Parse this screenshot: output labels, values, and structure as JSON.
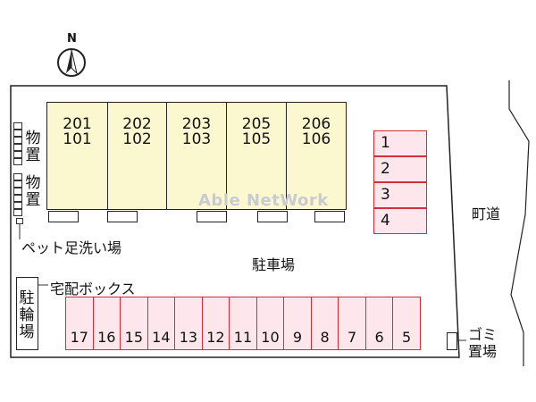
{
  "compass": {
    "label": "N"
  },
  "units": [
    {
      "upper": "201",
      "lower": "101"
    },
    {
      "upper": "202",
      "lower": "102"
    },
    {
      "upper": "203",
      "lower": "103"
    },
    {
      "upper": "205",
      "lower": "105"
    },
    {
      "upper": "206",
      "lower": "106"
    }
  ],
  "watermark": "Able NetWork",
  "storage_label_1": "物置",
  "storage_label_2": "物置",
  "pet_wash_label": "ペット足洗い場",
  "delivery_box_label": "宅配ボックス",
  "bike_parking_label": "駐輪場",
  "parking_label": "駐車場",
  "road_label": "町道",
  "garbage_label_1": "ゴミ",
  "garbage_label_2": "置場",
  "parking_right": [
    "1",
    "2",
    "3",
    "4"
  ],
  "parking_bottom": [
    "17",
    "16",
    "15",
    "14",
    "13",
    "12",
    "11",
    "10",
    "9",
    "8",
    "7",
    "6",
    "5"
  ],
  "colors": {
    "building_fill": "#fbf7cf",
    "parking_fill": "#fde6ec",
    "parking_stroke": "#d0303a"
  }
}
